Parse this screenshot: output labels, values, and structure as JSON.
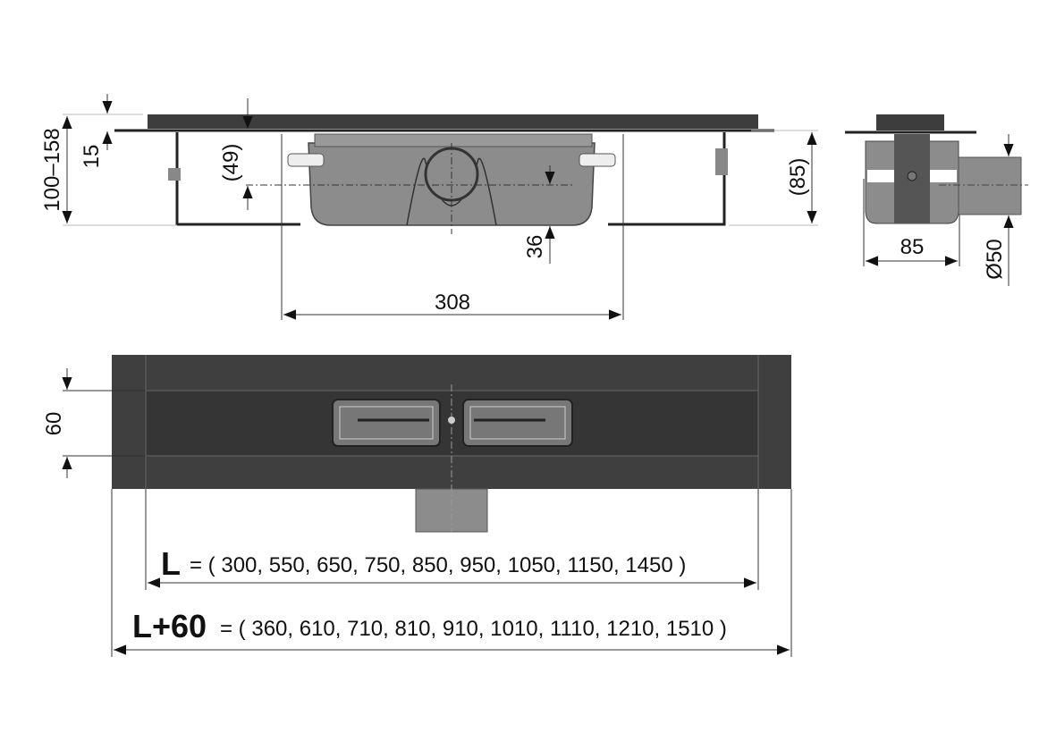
{
  "side_view": {
    "dims": {
      "total_height": "100–158",
      "grate_thickness": "15",
      "outlet_axis_depth": "(49)",
      "outlet_axis_height": "36",
      "body_width": "308",
      "bracket_height": "(85)"
    }
  },
  "end_view": {
    "dims": {
      "width": "85",
      "outlet_diameter": "Ø50"
    }
  },
  "top_view": {
    "dims": {
      "channel_width": "60"
    },
    "length_label": "L",
    "length_values": "= ( 300, 550, 650, 750, 850, 950, 1050, 1150, 1450 )",
    "total_length_label": "L+60",
    "total_length_values": "= ( 360, 610, 710, 810, 910, 1010, 1110, 1210, 1510 )"
  }
}
